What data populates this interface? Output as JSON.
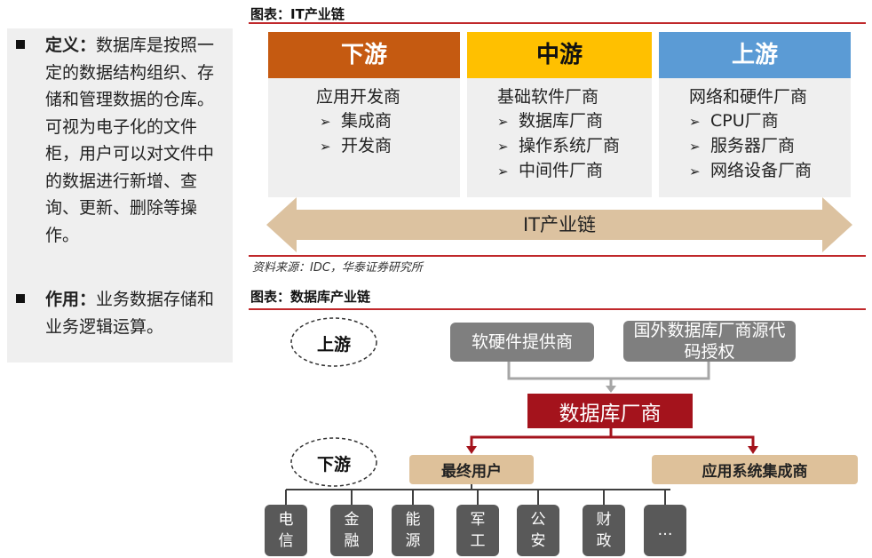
{
  "left_panel": {
    "items": [
      {
        "label": "定义：",
        "text": "数据库是按照一定的数据结构组织、存储和管理数据的仓库。可视为电子化的文件柜，用户可以对文件中的数据进行新增、查询、更新、删除等操作。"
      },
      {
        "label": "作用：",
        "text": "业务数据存储和业务逻辑运算。"
      }
    ]
  },
  "it_chain": {
    "title": "图表：IT产业链",
    "columns": [
      {
        "name": "下游",
        "color": "#c55a11",
        "lead": "应用开发商",
        "items": [
          "集成商",
          "开发商"
        ]
      },
      {
        "name": "中游",
        "color": "#ffc000",
        "lead": "基础软件厂商",
        "items": [
          "数据库厂商",
          "操作系统厂商",
          "中间件厂商"
        ]
      },
      {
        "name": "上游",
        "color": "#5b9bd5",
        "lead": "网络和硬件厂商",
        "items": [
          "CPU厂商",
          "服务器厂商",
          "网络设备厂商"
        ]
      }
    ],
    "arrow_label": "IT产业链",
    "arrow_color": "#dcc2a0",
    "source": "资料来源：IDC，华泰证券研究所"
  },
  "db_chain": {
    "title": "图表：数据库产业链",
    "upstream_label": "上游",
    "downstream_label": "下游",
    "suppliers": [
      "软硬件提供商",
      "国外数据库厂商源代码授权"
    ],
    "vendor": "数据库厂商",
    "end_user": "最终用户",
    "integrator": "应用系统集成商",
    "sectors": [
      "电信",
      "金融",
      "能源",
      "军工",
      "公安",
      "财政",
      "…"
    ],
    "colors": {
      "vendor": "#a4131c",
      "gray": "#7f7f7f",
      "tan": "#dec19a",
      "leaf": "#595959"
    }
  }
}
